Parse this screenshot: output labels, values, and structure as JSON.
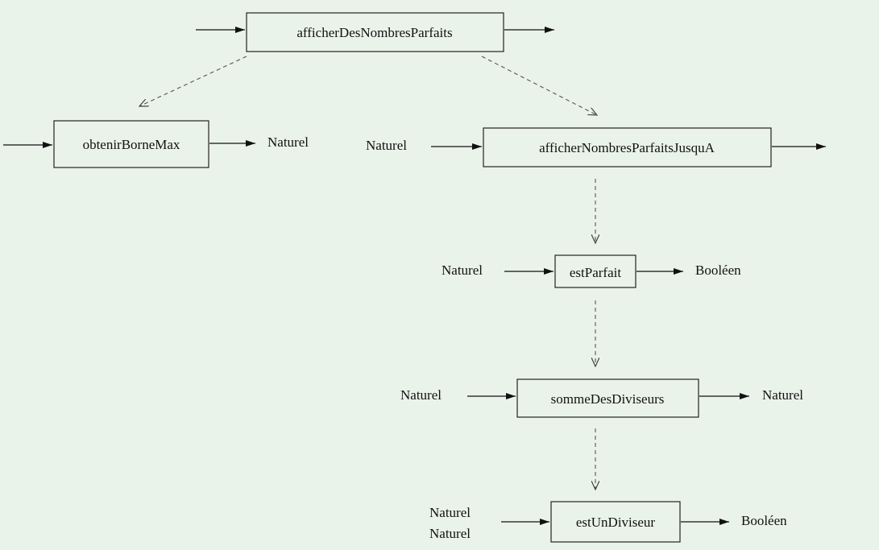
{
  "nodes": {
    "afficher_des_nombres_parfaits": "afficherDesNombresParfaits",
    "obtenir_borne_max": "obtenirBorneMax",
    "afficher_nombres_parfaits_jusqu_a": "afficherNombresParfaitsJusquA",
    "est_parfait": "estParfait",
    "somme_des_diviseurs": "sommeDesDiviseurs",
    "est_un_diviseur": "estUnDiviseur"
  },
  "types": {
    "obtenir_borne_max_output": "Naturel",
    "afficher_jusqu_a_input": "Naturel",
    "est_parfait_input": "Naturel",
    "est_parfait_output": "Booléen",
    "somme_input": "Naturel",
    "somme_output": "Naturel",
    "est_un_diviseur_input_1": "Naturel",
    "est_un_diviseur_input_2": "Naturel",
    "est_un_diviseur_output": "Booléen"
  }
}
